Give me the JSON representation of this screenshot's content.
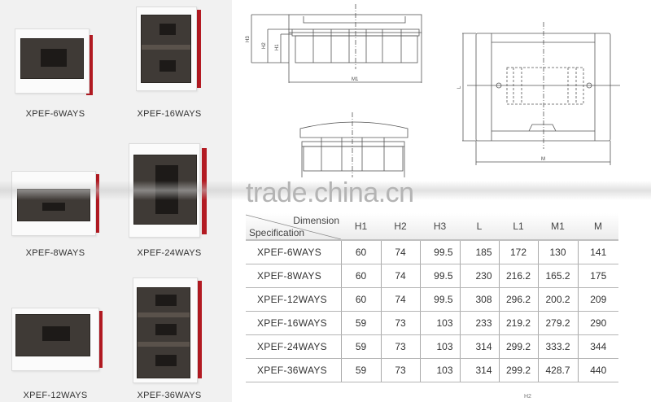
{
  "products": [
    {
      "label": "XPEF-6WAYS"
    },
    {
      "label": "XPEF-16WAYS"
    },
    {
      "label": "XPEF-8WAYS"
    },
    {
      "label": "XPEF-24WAYS"
    },
    {
      "label": "XPEF-12WAYS"
    },
    {
      "label": "XPEF-36WAYS"
    }
  ],
  "drawings": {
    "side_view": {
      "labels": {
        "h3": "H3",
        "h2": "H2",
        "h1": "H1",
        "m1": "M1"
      }
    },
    "front_view": {
      "labels": {
        "l": "L",
        "m": "M"
      }
    }
  },
  "watermark": "trade.china.cn",
  "table": {
    "corner": {
      "top": "Dimension",
      "bottom": "Specification"
    },
    "headers": [
      "H1",
      "H2",
      "H3",
      "L",
      "L1",
      "M1",
      "M"
    ],
    "rows": [
      {
        "spec": "XPEF-6WAYS",
        "values": [
          "60",
          "74",
          "99.5",
          "185",
          "172",
          "130",
          "141"
        ]
      },
      {
        "spec": "XPEF-8WAYS",
        "values": [
          "60",
          "74",
          "99.5",
          "230",
          "216.2",
          "165.2",
          "175"
        ]
      },
      {
        "spec": "XPEF-12WAYS",
        "values": [
          "60",
          "74",
          "99.5",
          "308",
          "296.2",
          "200.2",
          "209"
        ]
      },
      {
        "spec": "XPEF-16WAYS",
        "values": [
          "59",
          "73",
          "103",
          "233",
          "219.2",
          "279.2",
          "290"
        ]
      },
      {
        "spec": "XPEF-24WAYS",
        "values": [
          "59",
          "73",
          "103",
          "314",
          "299.2",
          "333.2",
          "344"
        ]
      },
      {
        "spec": "XPEF-36WAYS",
        "values": [
          "59",
          "73",
          "103",
          "314",
          "299.2",
          "428.7",
          "440"
        ]
      }
    ]
  },
  "footer_mark": "H2"
}
